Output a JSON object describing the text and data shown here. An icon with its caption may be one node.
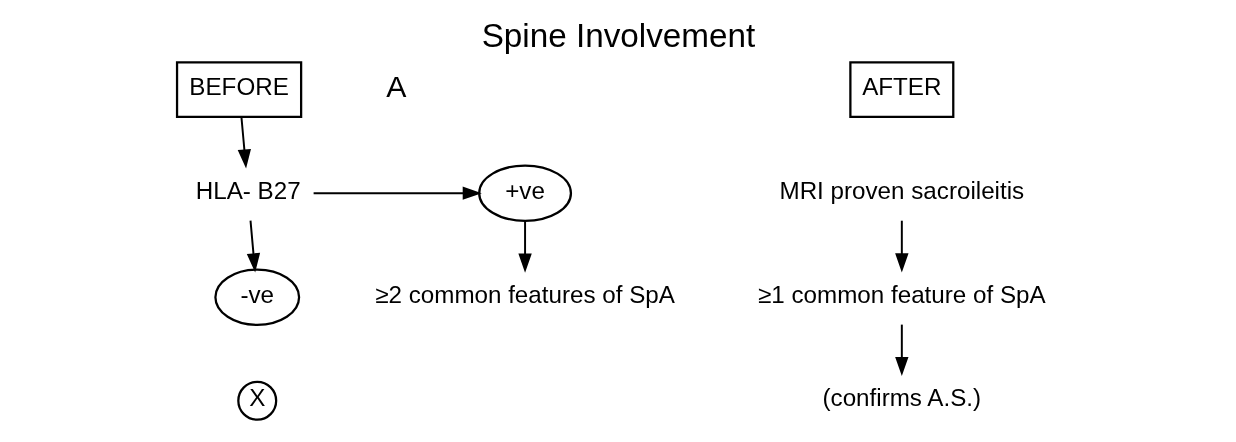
{
  "diagram": {
    "title": "Spine Involvement",
    "nodes": [
      {
        "text": [
          "BEFORE"
        ]
      },
      {
        "text": [
          "HLA- B27"
        ]
      },
      {
        "text": [
          "+ve"
        ]
      },
      {
        "text": [
          "-ve"
        ]
      },
      {
        "text": [
          "X"
        ]
      },
      {
        "text": [
          "≥2 common features of SpA"
        ]
      },
      {
        "text": [
          "(confirms A.S.)"
        ]
      },
      {
        "text": [
          "AFTER"
        ]
      },
      {
        "text": [
          "MRI proven sacroileitis"
        ]
      },
      {
        "text": [
          "≥1 common feature of SpA"
        ]
      }
    ],
    "edges": [
      {
        "from": 0,
        "to": 1,
        "arrow": "to"
      },
      {
        "from": 1,
        "to": 2,
        "arrow": "to"
      },
      {
        "from": 1,
        "to": 3,
        "arrow": "to"
      },
      {
        "from": 2,
        "to": 5,
        "arrow": "to"
      },
      {
        "from": 8,
        "to": 9,
        "arrow": "to"
      },
      {
        "from": 9,
        "to": 6,
        "arrow": "to"
      }
    ],
    "labels": [
      "A"
    ]
  }
}
